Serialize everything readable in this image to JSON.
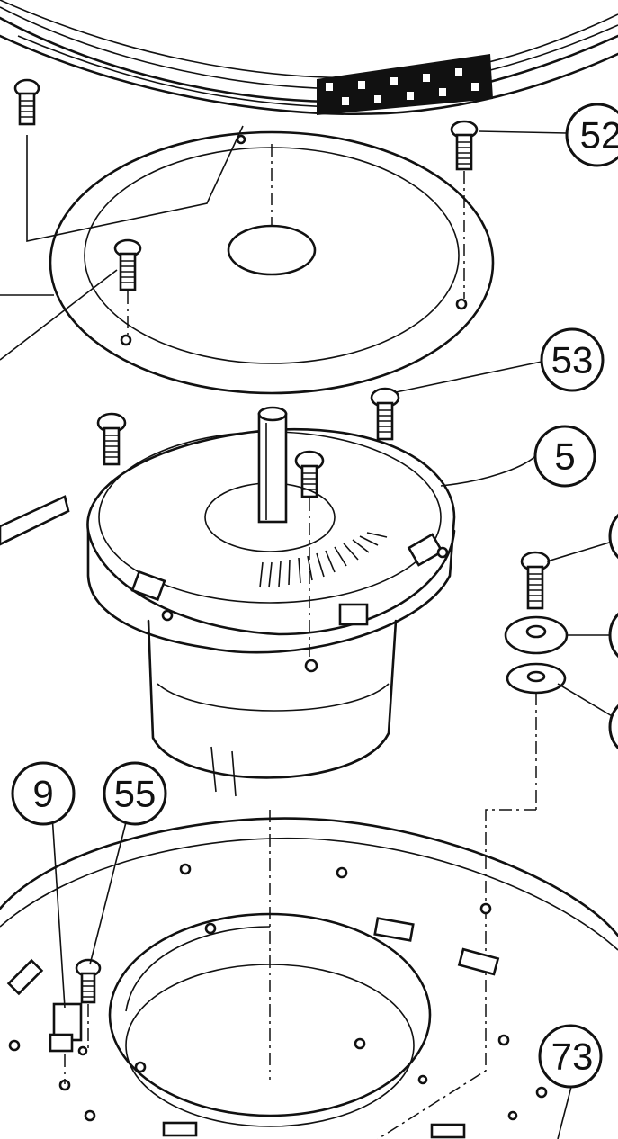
{
  "callouts": [
    {
      "id": "c52",
      "label": "52"
    },
    {
      "id": "c53",
      "label": "53"
    },
    {
      "id": "c5",
      "label": "5"
    },
    {
      "id": "c9",
      "label": "9"
    },
    {
      "id": "c55",
      "label": "55"
    },
    {
      "id": "c73",
      "label": "73"
    }
  ]
}
